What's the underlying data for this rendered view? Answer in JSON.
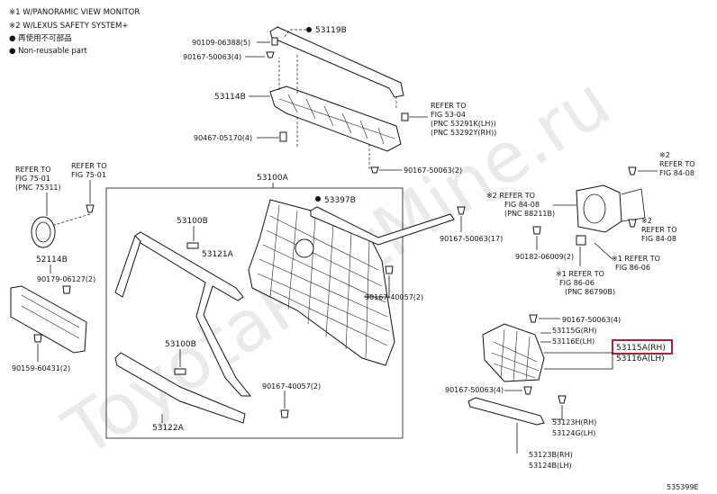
{
  "notes": {
    "line1": "※1 W/PANORAMIC VIEW MONITOR",
    "line2": "※2 W/LEXUS SAFETY SYSTEM+",
    "line3": "● 再使用不可部品",
    "line4": "● Non-reusable part"
  },
  "watermark": "ToyotaPartMine.ru",
  "diagram_code": "535399E",
  "labels": {
    "p53119B": "53119B",
    "p90109": "90109-06388(5)",
    "p90167_4a": "90167-50063(4)",
    "p53114B": "53114B",
    "p90467": "90467-05170(4)",
    "refer53_line1": "REFER TO",
    "refer53_line2": "FIG 53-04",
    "refer53_line3": "(PNC 53291K(LH))",
    "refer53_line4": "(PNC 53292Y(RH))",
    "p90167_2a": "90167-50063(2)",
    "refer75a_line1": "REFER TO",
    "refer75a_line2": "FIG 75-01",
    "refer75a_line3": "(PNC 75311)",
    "refer75b_line1": "REFER TO",
    "refer75b_line2": "FIG 75-01",
    "p53100A": "53100A",
    "p53397B": "53397B",
    "refer84a_line1": "※2 REFER TO",
    "refer84a_line2": "FIG 84-08",
    "refer84a_line3": "(PNC 88211B)",
    "refer84b_line1": "※2",
    "refer84b_line2": "REFER TO",
    "refer84b_line3": "FIG 84-08",
    "refer84c_line1": "※2",
    "refer84c_line2": "REFER TO",
    "refer84c_line3": "FIG 84-08",
    "p90167_17": "90167-50063(17)",
    "p90182": "90182-06009(2)",
    "refer86a_line1": "※1 REFER TO",
    "refer86a_line2": "FIG 86-06",
    "refer86b_line1": "※1 REFER TO",
    "refer86b_line2": "FIG 86-06",
    "refer86b_line3": "(PNC 86790B)",
    "p52114B": "52114B",
    "p90179": "90179-06127(2)",
    "p53100B": "53100B",
    "p53121A": "53121A",
    "p90167_40057_2a": "90167-40057(2)",
    "p90159": "90159-60431(2)",
    "p53100B_2": "53100B",
    "p90167_40057_2b": "90167-40057(2)",
    "p53122A": "53122A",
    "p90167_4b": "90167-50063(4)",
    "p53115G": "53115G(RH)",
    "p53116E": "53116E(LH)",
    "p53115A": "53115A(RH)",
    "p53116A": "53116A(LH)",
    "p90167_4c": "90167-50063(4)",
    "p53123H": "53123H(RH)",
    "p53124G": "53124G(LH)",
    "p53123B": "53123B(RH)",
    "p53124B": "53124B(LH)"
  }
}
